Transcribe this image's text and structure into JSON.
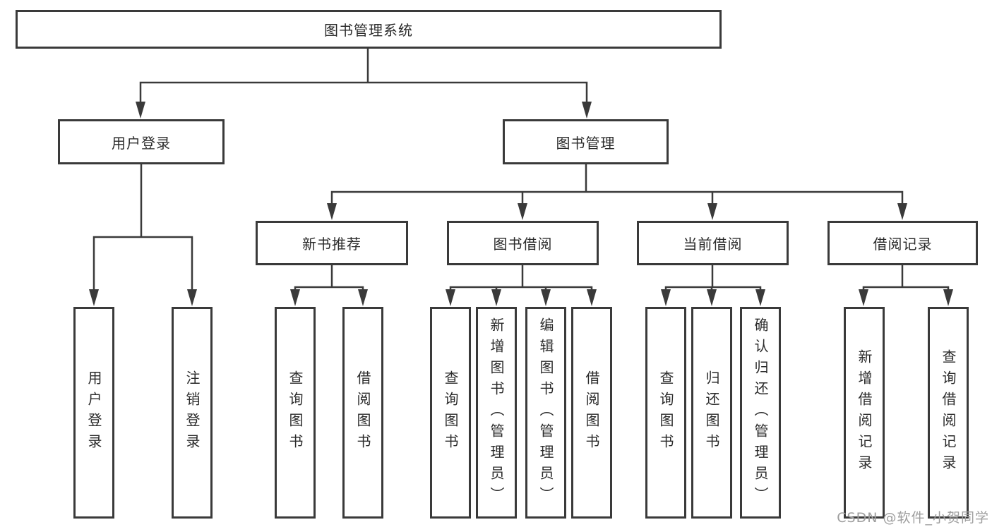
{
  "diagram": {
    "root": {
      "label": "图书管理系统"
    },
    "branches": [
      {
        "label": "用户登录",
        "children": [
          {
            "label": "用户登录"
          },
          {
            "label": "注销登录"
          }
        ]
      },
      {
        "label": "图书管理",
        "groups": [
          {
            "label": "新书推荐",
            "children": [
              {
                "label": "查询图书"
              },
              {
                "label": "借阅图书"
              }
            ]
          },
          {
            "label": "图书借阅",
            "children": [
              {
                "label": "查询图书"
              },
              {
                "label": "新增图书（管理员）"
              },
              {
                "label": "编辑图书（管理员）"
              },
              {
                "label": "借阅图书"
              }
            ]
          },
          {
            "label": "当前借阅",
            "children": [
              {
                "label": "查询图书"
              },
              {
                "label": "归还图书"
              },
              {
                "label": "确认归还（管理员）"
              }
            ]
          },
          {
            "label": "借阅记录",
            "children": [
              {
                "label": "新增借阅记录"
              },
              {
                "label": "查询借阅记录"
              }
            ]
          }
        ]
      }
    ],
    "colors": {
      "line": "#3a3a3a",
      "box_border": "#3a3a3a",
      "text": "#2b2b2b",
      "background": "#ffffff",
      "watermark": "#9e9e9e"
    }
  },
  "watermark": {
    "text": "CSDN @软件_小贺同学"
  }
}
